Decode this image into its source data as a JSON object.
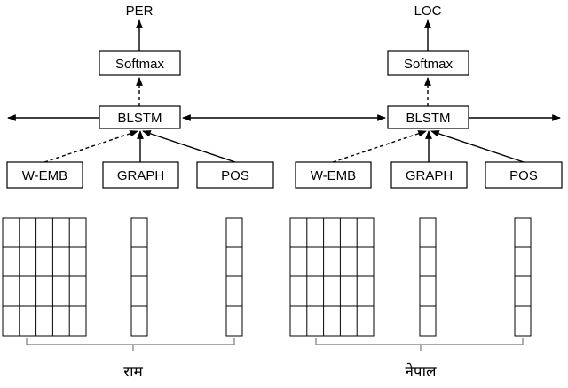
{
  "tokens": [
    {
      "output_label": "PER",
      "softmax_label": "Softmax",
      "blstm_label": "BLSTM",
      "features": {
        "w_emb": "W-EMB",
        "graph": "GRAPH",
        "pos": "POS"
      },
      "word": "राम"
    },
    {
      "output_label": "LOC",
      "softmax_label": "Softmax",
      "blstm_label": "BLSTM",
      "features": {
        "w_emb": "W-EMB",
        "graph": "GRAPH",
        "pos": "POS"
      },
      "word": "नेपाल"
    }
  ]
}
